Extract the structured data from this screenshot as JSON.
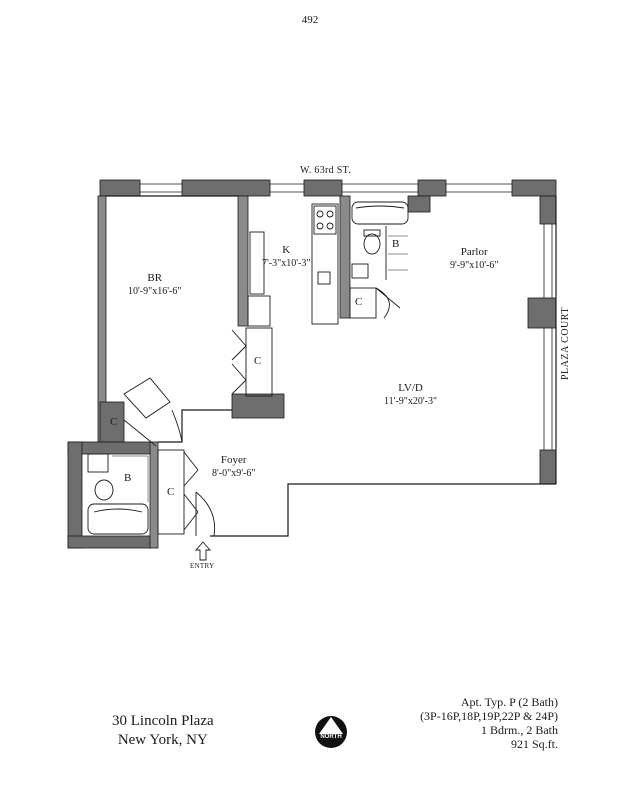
{
  "page_number": "492",
  "street_label": "W. 63rd ST.",
  "side_label": "PLAZA COURT",
  "rooms": {
    "br": {
      "name": "BR",
      "dims": "10'-9\"x16'-6\""
    },
    "kitchen": {
      "name": "K",
      "dims": "7'-3\"x10'-3\""
    },
    "parlor": {
      "name": "Parlor",
      "dims": "9'-9\"x10'-6\""
    },
    "lvd": {
      "name": "LV/D",
      "dims": "11'-9\"x20'-3\""
    },
    "foyer": {
      "name": "Foyer",
      "dims": "8'-0\"x9'-6\""
    },
    "bath_upper": "B",
    "bath_lower": "B"
  },
  "closets": [
    "C",
    "C",
    "C",
    "C"
  ],
  "entry_label": "ENTRY",
  "north_label": "NORTH",
  "address": {
    "line1": "30 Lincoln Plaza",
    "line2": "New York, NY"
  },
  "apartment": {
    "type": "Apt. Typ. P (2 Bath)",
    "lines": "(3P-16P,18P,19P,22P & 24P)",
    "beds_baths": "1 Bdrm., 2 Bath",
    "area": "921 Sq.ft."
  },
  "colors": {
    "wall": "#6e6e6e",
    "line": "#1a1a1a",
    "badge": "#111111"
  }
}
